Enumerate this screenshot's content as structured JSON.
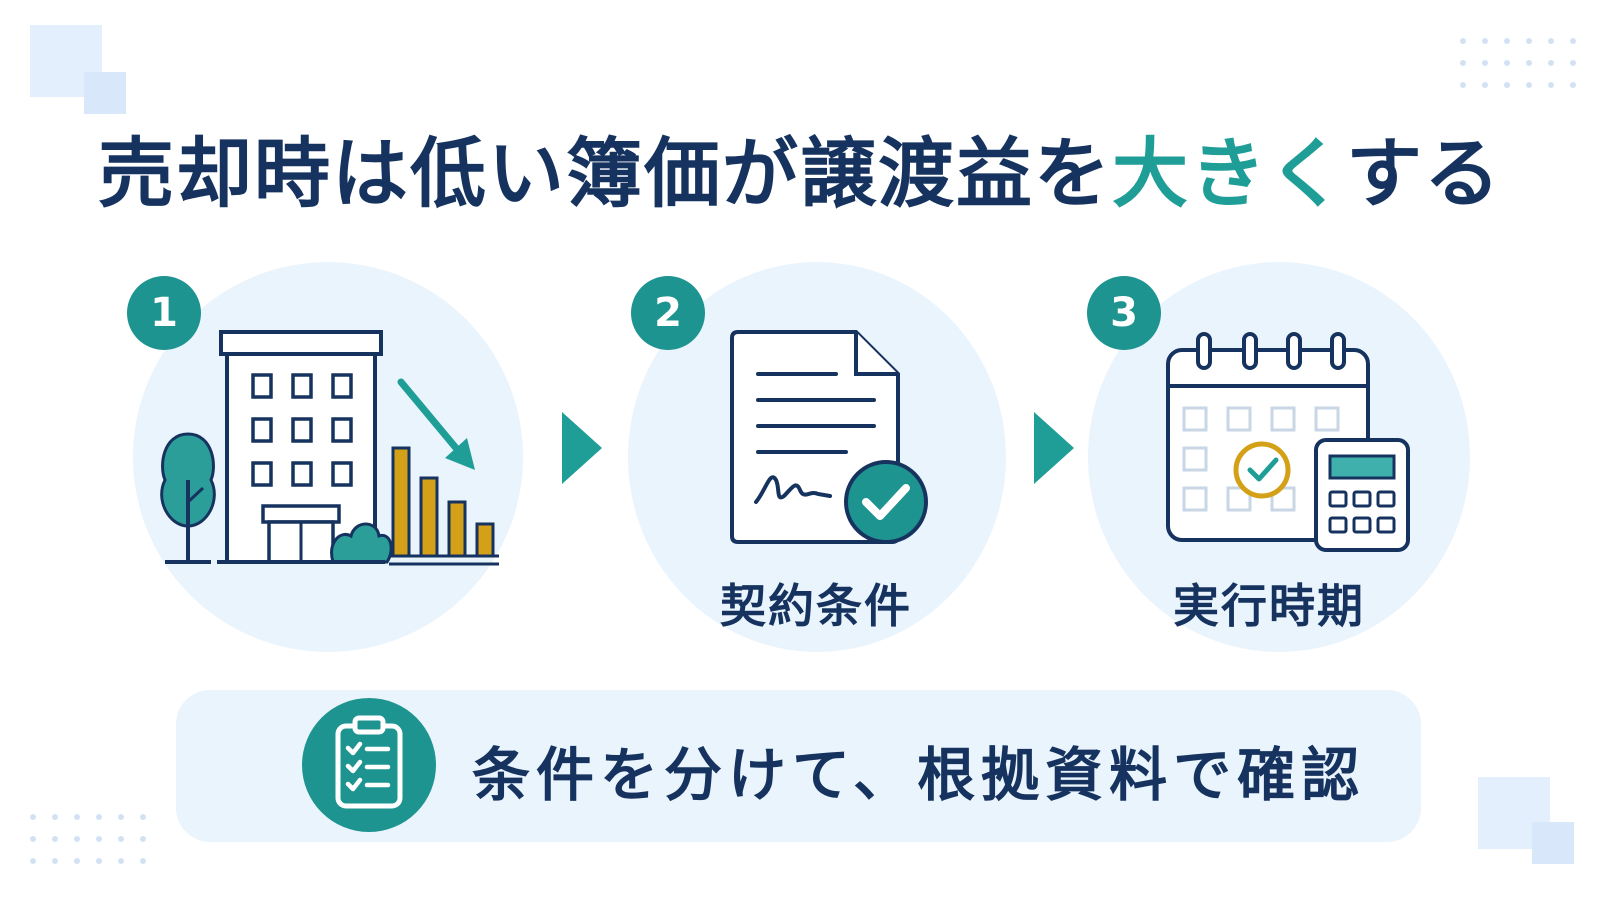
{
  "title": {
    "before": "売却時は低い簿価が譲渡益を",
    "highlight": "大きく",
    "after": "する"
  },
  "steps": [
    {
      "number": "1",
      "label": ""
    },
    {
      "number": "2",
      "label": "契約条件"
    },
    {
      "number": "3",
      "label": "実行時期"
    }
  ],
  "banner": {
    "text": "条件を分けて、根拠資料で確認"
  },
  "icons": {
    "step1": [
      "building-icon",
      "tree-icon",
      "bush-icon",
      "bar-chart-icon",
      "down-arrow-icon"
    ],
    "step2": [
      "document-icon",
      "signature-icon",
      "check-badge-icon"
    ],
    "step3": [
      "calendar-icon",
      "check-circle-icon",
      "calculator-icon"
    ],
    "banner": "checklist-clipboard-icon"
  },
  "colors": {
    "navy": "#16335f",
    "teal": "#1f9e98",
    "gold": "#d4a017",
    "circle_bg": "#eaf4fd"
  }
}
